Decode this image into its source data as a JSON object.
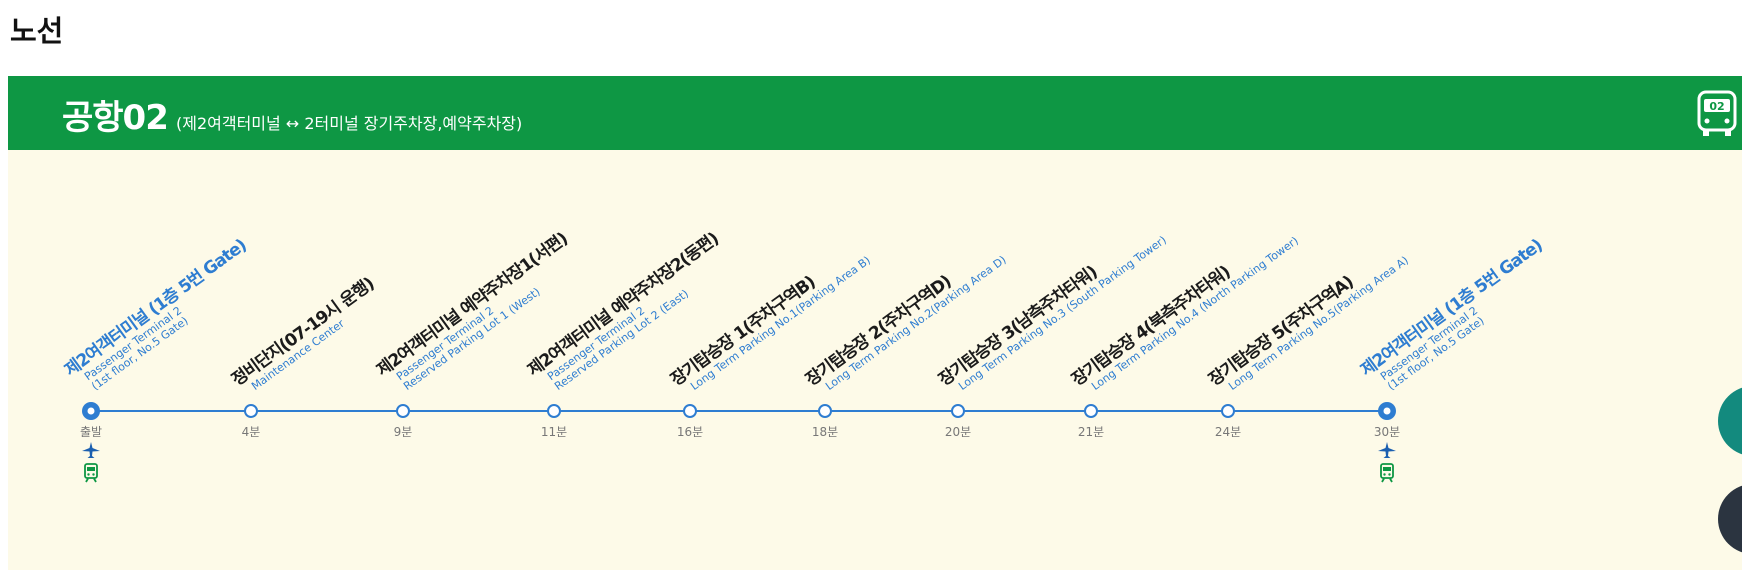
{
  "section_title": "노선",
  "route": {
    "name": "공항02",
    "description": "(제2여객터미널 ↔ 2터미널 장기주차장,예약주차장)",
    "icon_label": "02"
  },
  "stops": [
    {
      "ko": "제2여객터미널 (1층 5번 Gate)",
      "en": [
        "Passenger Terminal 2",
        "(1st floor, No.5 Gate)"
      ],
      "time": "출발",
      "terminal": true
    },
    {
      "ko": "정비단지(07-19시 운행)",
      "en": [
        "Maintenance Center"
      ],
      "time": "4분"
    },
    {
      "ko": "제2여객터미널 예약주차장1(서편)",
      "en": [
        "Passenger Terminal 2",
        "Reserved Parking Lot 1 (West)"
      ],
      "time": "9분"
    },
    {
      "ko": "제2여객터미널 예약주차장2(동편)",
      "en": [
        "Passenger Terminal 2",
        "Reserved Parking Lot 2 (East)"
      ],
      "time": "11분"
    },
    {
      "ko": "장기탑승장 1(주차구역B)",
      "en": [
        "Long Term Parking No.1(Parking Area B)"
      ],
      "time": "16분"
    },
    {
      "ko": "장기탑승장 2(주차구역D)",
      "en": [
        "Long Term Parking No.2(Parking Area D)"
      ],
      "time": "18분"
    },
    {
      "ko": "장기탑승장 3(남측주차타워)",
      "en": [
        "Long Term Parking No.3 (South Parking Tower)"
      ],
      "time": "20분"
    },
    {
      "ko": "장기탑승장 4(북측주차타워)",
      "en": [
        "Long Term Parking No.4 (North Parking Tower)"
      ],
      "time": "21분"
    },
    {
      "ko": "장기탑승장 5(주차구역A)",
      "en": [
        "Long Term Parking No.5(Parking Area A)"
      ],
      "time": "24분"
    },
    {
      "ko": "제2여객터미널 (1층 5번 Gate)",
      "en": [
        "Passenger Terminal 2",
        "(1st floor, No.5 Gate)"
      ],
      "time": "30분",
      "terminal": true
    }
  ],
  "colors": {
    "header_green": "#0e9744",
    "panel_bg": "#fdfae8",
    "line_blue": "#2e7dd1"
  },
  "icons": [
    "airplane-icon",
    "train-icon",
    "bus-icon"
  ]
}
